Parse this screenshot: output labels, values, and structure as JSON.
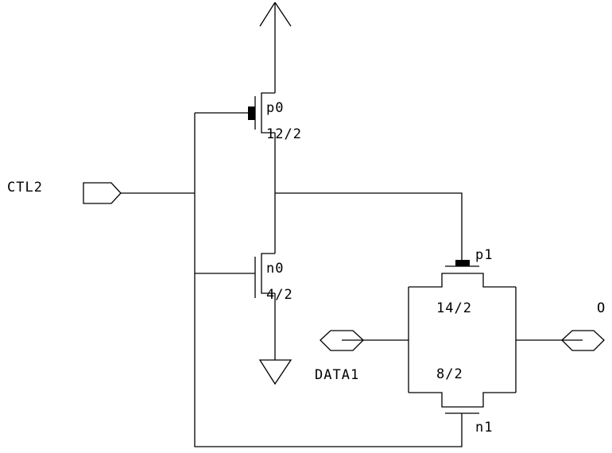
{
  "diagram": {
    "type": "transistor-level schematic",
    "colors": {
      "background": "#ffffff",
      "ink": "#000000"
    },
    "ports": [
      {
        "id": "ctl2",
        "label": "CTL2",
        "direction": "input"
      },
      {
        "id": "data1",
        "label": "DATA1",
        "direction": "bidirectional"
      },
      {
        "id": "out",
        "label": "O",
        "direction": "bidirectional"
      }
    ],
    "transistors": [
      {
        "id": "p0",
        "name": "p0",
        "type": "pmos",
        "size": "12/2"
      },
      {
        "id": "n0",
        "name": "n0",
        "type": "nmos",
        "size": "4/2"
      },
      {
        "id": "p1",
        "name": "p1",
        "type": "pmos",
        "size": "14/2"
      },
      {
        "id": "n1",
        "name": "n1",
        "type": "nmos",
        "size": "8/2"
      }
    ],
    "supplies": [
      {
        "id": "vdd",
        "symbol": "vdd-arrow-icon"
      },
      {
        "id": "gnd",
        "symbol": "ground-icon"
      }
    ]
  }
}
